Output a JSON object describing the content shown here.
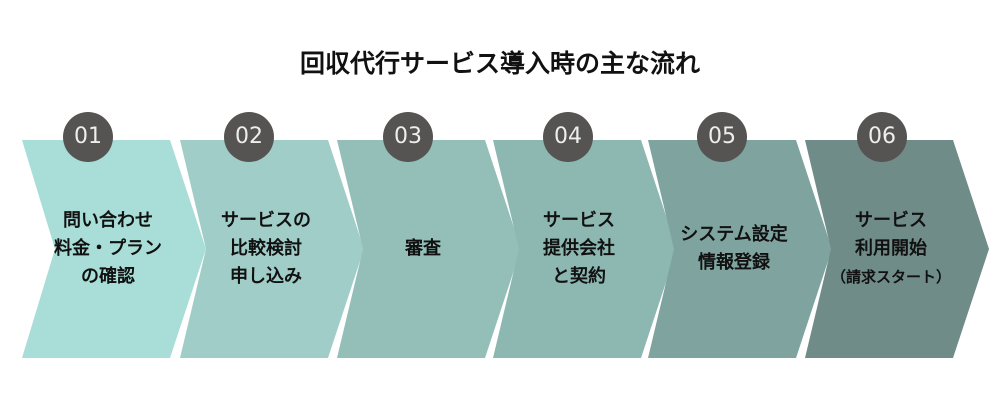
{
  "title": "回収代行サービス導入時の主な流れ",
  "colors": [
    "#a9ddd7",
    "#a0cdc7",
    "#94bfb9",
    "#8db7b1",
    "#7fa39e",
    "#6f8c88"
  ],
  "steps": [
    {
      "number": "01",
      "lines": [
        "問い合わせ",
        "料金・プラン",
        "の確認"
      ]
    },
    {
      "number": "02",
      "lines": [
        "サービスの",
        "比較検討",
        "申し込み"
      ]
    },
    {
      "number": "03",
      "lines": [
        "審査"
      ]
    },
    {
      "number": "04",
      "lines": [
        "サービス",
        "提供会社",
        "と契約"
      ]
    },
    {
      "number": "05",
      "lines": [
        "システム設定",
        "情報登録"
      ]
    },
    {
      "number": "06",
      "lines": [
        "サービス",
        "利用開始",
        "（請求スタート）"
      ]
    }
  ]
}
